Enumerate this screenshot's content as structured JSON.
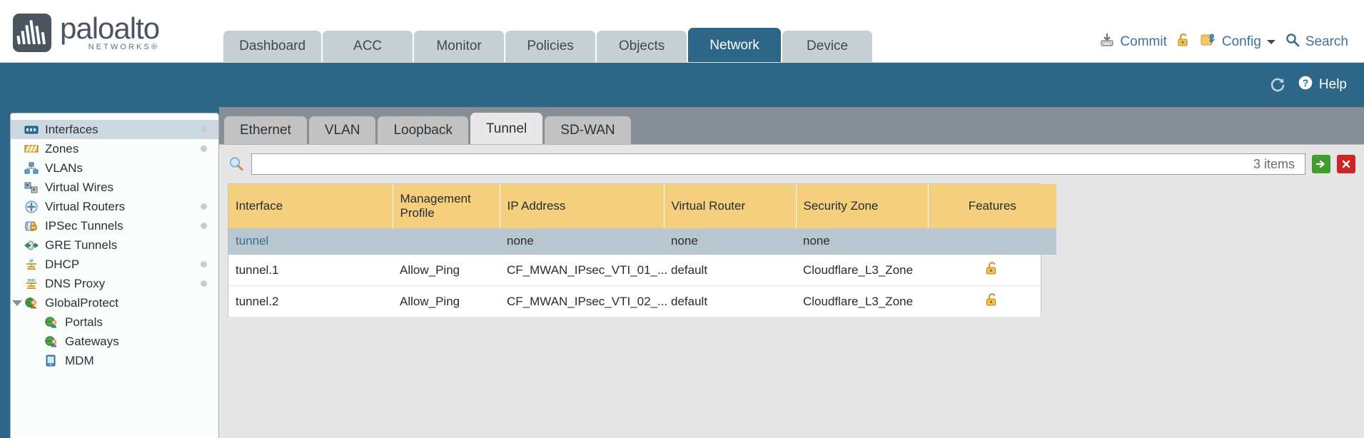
{
  "brand": {
    "name": "paloalto",
    "tagline": "NETWORKS",
    "registered": "®"
  },
  "nav": {
    "tabs": [
      {
        "label": "Dashboard",
        "active": false
      },
      {
        "label": "ACC",
        "active": false
      },
      {
        "label": "Monitor",
        "active": false
      },
      {
        "label": "Policies",
        "active": false
      },
      {
        "label": "Objects",
        "active": false
      },
      {
        "label": "Network",
        "active": true
      },
      {
        "label": "Device",
        "active": false
      }
    ]
  },
  "topactions": {
    "commit_label": "Commit",
    "commit_icon": "commit-icon",
    "lock_icon": "padlock-icon",
    "config_label": "Config",
    "config_icon": "config-wrench-icon",
    "config_caret": "chevron-down-icon",
    "search_label": "Search",
    "search_icon": "magnifier-icon"
  },
  "bluebar": {
    "refresh_icon": "refresh-icon",
    "help_label": "Help",
    "help_icon": "help-circle-icon"
  },
  "sidebar": {
    "items": [
      {
        "label": "Interfaces",
        "icon": "interfaces-icon",
        "selected": true,
        "dot": true,
        "child": false,
        "caret": false
      },
      {
        "label": "Zones",
        "icon": "zones-icon",
        "selected": false,
        "dot": true,
        "child": false,
        "caret": false
      },
      {
        "label": "VLANs",
        "icon": "vlans-icon",
        "selected": false,
        "dot": false,
        "child": false,
        "caret": false
      },
      {
        "label": "Virtual Wires",
        "icon": "virtual-wires-icon",
        "selected": false,
        "dot": false,
        "child": false,
        "caret": false
      },
      {
        "label": "Virtual Routers",
        "icon": "virtual-routers-icon",
        "selected": false,
        "dot": true,
        "child": false,
        "caret": false
      },
      {
        "label": "IPSec Tunnels",
        "icon": "ipsec-tunnels-icon",
        "selected": false,
        "dot": true,
        "child": false,
        "caret": false
      },
      {
        "label": "GRE Tunnels",
        "icon": "gre-tunnels-icon",
        "selected": false,
        "dot": false,
        "child": false,
        "caret": false
      },
      {
        "label": "DHCP",
        "icon": "dhcp-icon",
        "selected": false,
        "dot": true,
        "child": false,
        "caret": false
      },
      {
        "label": "DNS Proxy",
        "icon": "dns-proxy-icon",
        "selected": false,
        "dot": true,
        "child": false,
        "caret": false
      },
      {
        "label": "GlobalProtect",
        "icon": "globalprotect-icon",
        "selected": false,
        "dot": false,
        "child": false,
        "caret": true
      },
      {
        "label": "Portals",
        "icon": "portals-icon",
        "selected": false,
        "dot": false,
        "child": true,
        "caret": false
      },
      {
        "label": "Gateways",
        "icon": "gateways-icon",
        "selected": false,
        "dot": false,
        "child": true,
        "caret": false
      },
      {
        "label": "MDM",
        "icon": "mdm-icon",
        "selected": false,
        "dot": false,
        "child": true,
        "caret": false
      }
    ]
  },
  "subtabs": [
    {
      "label": "Ethernet",
      "active": false
    },
    {
      "label": "VLAN",
      "active": false
    },
    {
      "label": "Loopback",
      "active": false
    },
    {
      "label": "Tunnel",
      "active": true
    },
    {
      "label": "SD-WAN",
      "active": false
    }
  ],
  "search": {
    "value": "",
    "placeholder": "",
    "item_count": "3 items",
    "magnifier_icon": "magnifier-icon",
    "apply_icon": "apply-arrow-icon",
    "clear_icon": "clear-cross-icon"
  },
  "table": {
    "columns": [
      "Interface",
      "Management Profile",
      "IP Address",
      "Virtual Router",
      "Security Zone",
      "Features"
    ],
    "rows": [
      {
        "interface": "tunnel",
        "management_profile": "",
        "ip_address": "none",
        "virtual_router": "none",
        "security_zone": "none",
        "feature_icon": "",
        "selected": true
      },
      {
        "interface": "tunnel.1",
        "management_profile": "Allow_Ping",
        "ip_address": "CF_MWAN_IPsec_VTI_01_...",
        "virtual_router": "default",
        "security_zone": "Cloudflare_L3_Zone",
        "feature_icon": "padlock-icon",
        "selected": false
      },
      {
        "interface": "tunnel.2",
        "management_profile": "Allow_Ping",
        "ip_address": "CF_MWAN_IPsec_VTI_02_...",
        "virtual_router": "default",
        "security_zone": "Cloudflare_L3_Zone",
        "feature_icon": "padlock-icon",
        "selected": false
      }
    ]
  },
  "colors": {
    "brand_slate": "#4a555f",
    "nav_active": "#2e6688",
    "nav_inactive": "#c5d0d5",
    "table_header": "#f4d07e",
    "row_selected": "#b8c6cf",
    "link": "#3f7396",
    "content_bg": "#868e96",
    "panel_bg": "#e6e6e6"
  }
}
